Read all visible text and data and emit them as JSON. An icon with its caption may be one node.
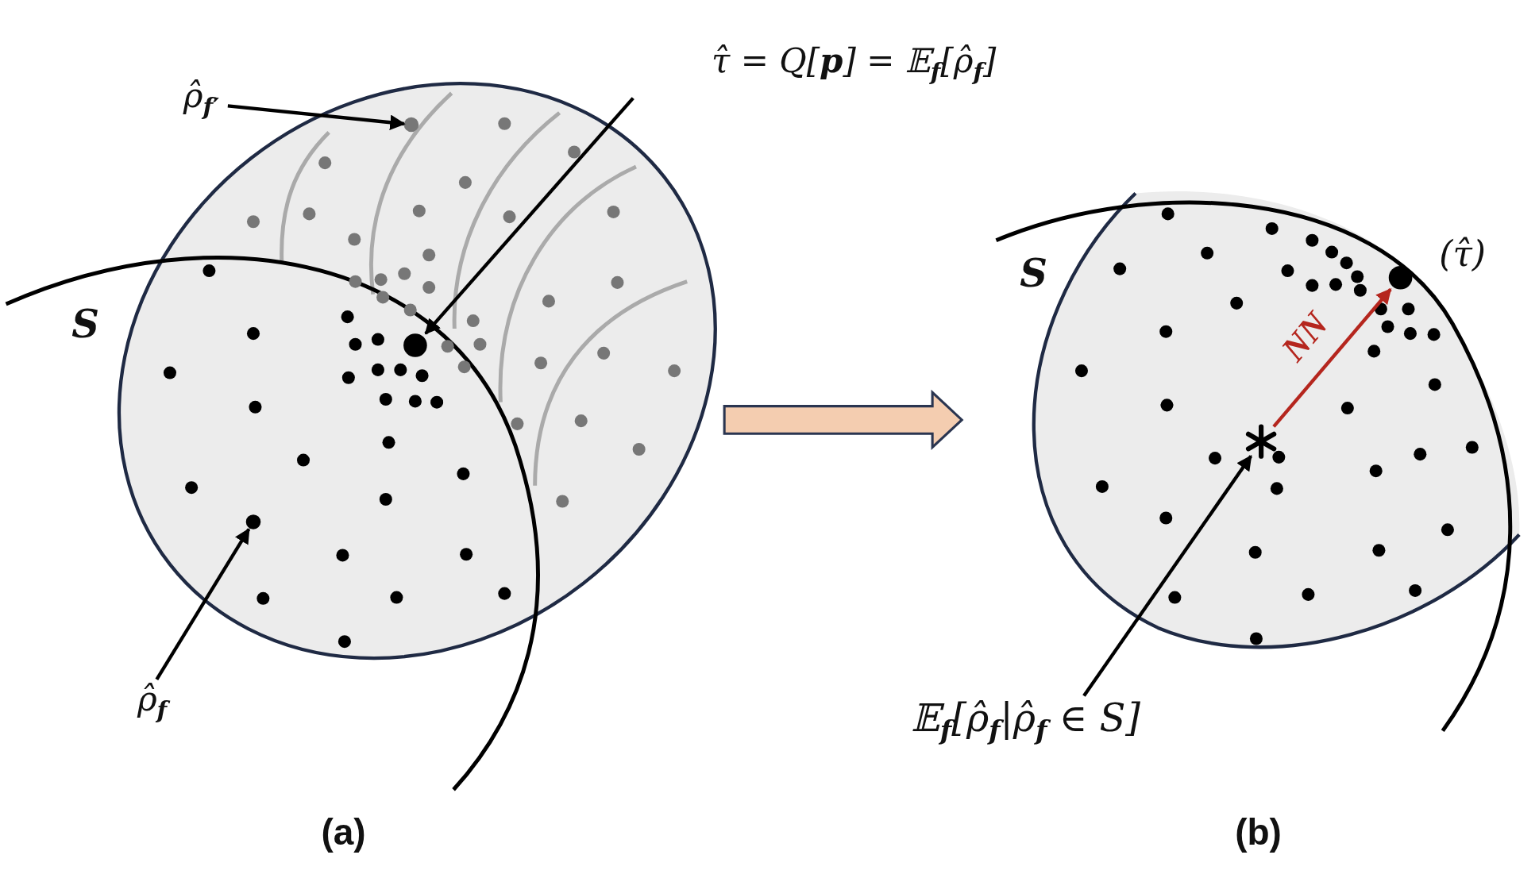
{
  "diagram": {
    "nodes": [
      {
        "text": [
          "ρ̂$_{f′}$"
        ]
      },
      {
        "text": [],
        "shape": "circle"
      },
      {
        "text": [
          "τ̂ = Q[**p**] = 𝔼$_{f}$[ρ̂$_{f}$]"
        ]
      },
      {
        "text": [],
        "shape": "circle"
      },
      {
        "text": [
          "ρ̂$_{f}$"
        ]
      },
      {
        "text": [],
        "shape": "circle"
      },
      {
        "text": [],
        "shape": "asterisk"
      },
      {
        "text": [],
        "shape": "circle"
      },
      {
        "text": [
          "𝔼$_{f}$[ρ̂$_{f}$|ρ̂$_{f}$ ∈ S]"
        ]
      }
    ],
    "edges": [
      {
        "from": 0,
        "to": 1,
        "arrow": "to"
      },
      {
        "from": 2,
        "to": 3,
        "arrow": "to"
      },
      {
        "from": 4,
        "to": 5,
        "arrow": "to"
      },
      {
        "from": 8,
        "to": 6,
        "arrow": "to"
      },
      {
        "from": 6,
        "to": 7,
        "arrow": "to",
        "label": "NN",
        "color": "#b5261e"
      }
    ],
    "labels": [
      "(τ̂)",
      "S",
      "S",
      "(a)",
      "(b)"
    ]
  }
}
